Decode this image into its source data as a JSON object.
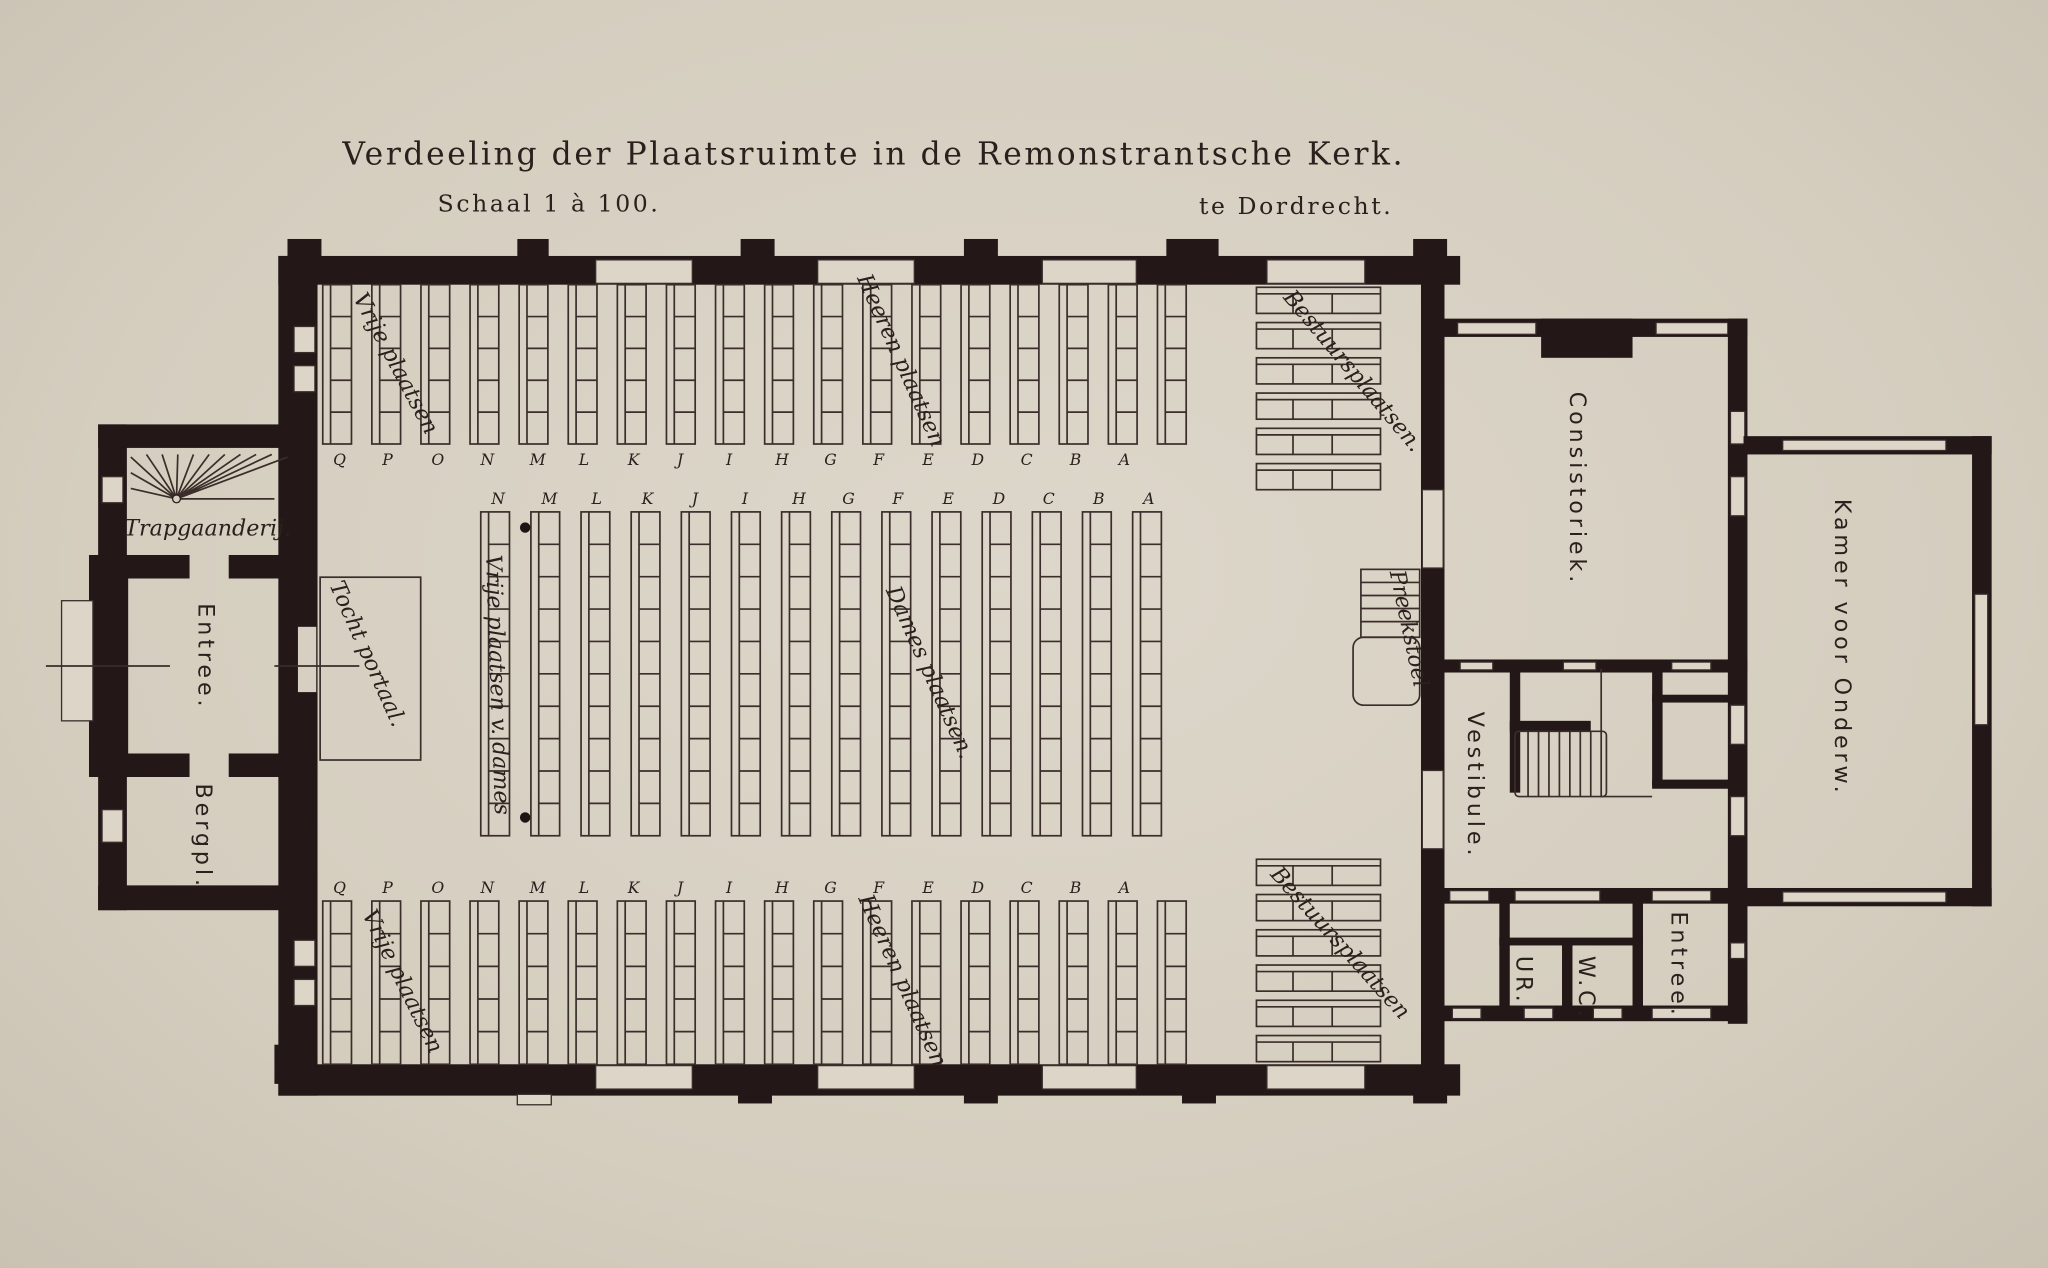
{
  "title": {
    "line1": "Verdeeling der Plaatsruimte in de Remonstrantsche Kerk.",
    "scale": "Schaal 1 à 100.",
    "place": "te Dordrecht."
  },
  "rooms": {
    "trapgaanderij": "Trapgaanderij.",
    "entree_west": "Entree.",
    "bergplaats": "Bergpl.",
    "tocht_portaal": "Tocht portaal.",
    "consistoriekamer": "Consistoriek.",
    "kamer_onderwijs": "Kamer voor Onderw.",
    "vestibule": "Vestibule.",
    "entree_east": "Entree.",
    "urinoir": "UR.",
    "wc": "W.C.",
    "preekstoel": "Preekstoel"
  },
  "seating": {
    "vrije_top": "Vrije plaatsen",
    "heeren_top": "Heeren plaatsen",
    "dames": "Dames plaatsen.",
    "vrije_dames": "Vrije plaatsen v. dames",
    "vrije_bottom": "Vrije plaatsen",
    "heeren_bottom": "Heeren plaatsen",
    "bestuur_top": "Bestuursplaatsen.",
    "bestuur_bottom": "Bestuursplaatsen"
  },
  "pew_rows": {
    "top": [
      "Q",
      "P",
      "O",
      "N",
      "M",
      "L",
      "K",
      "J",
      "I",
      "H",
      "G",
      "F",
      "E",
      "D",
      "C",
      "B",
      "A"
    ],
    "middle": [
      "N",
      "M",
      "L",
      "K",
      "J",
      "I",
      "H",
      "G",
      "F",
      "E",
      "D",
      "C",
      "B",
      "A"
    ],
    "bottom": [
      "Q",
      "P",
      "O",
      "N",
      "M",
      "L",
      "K",
      "J",
      "I",
      "H",
      "G",
      "F",
      "E",
      "D",
      "C",
      "B",
      "A"
    ]
  }
}
